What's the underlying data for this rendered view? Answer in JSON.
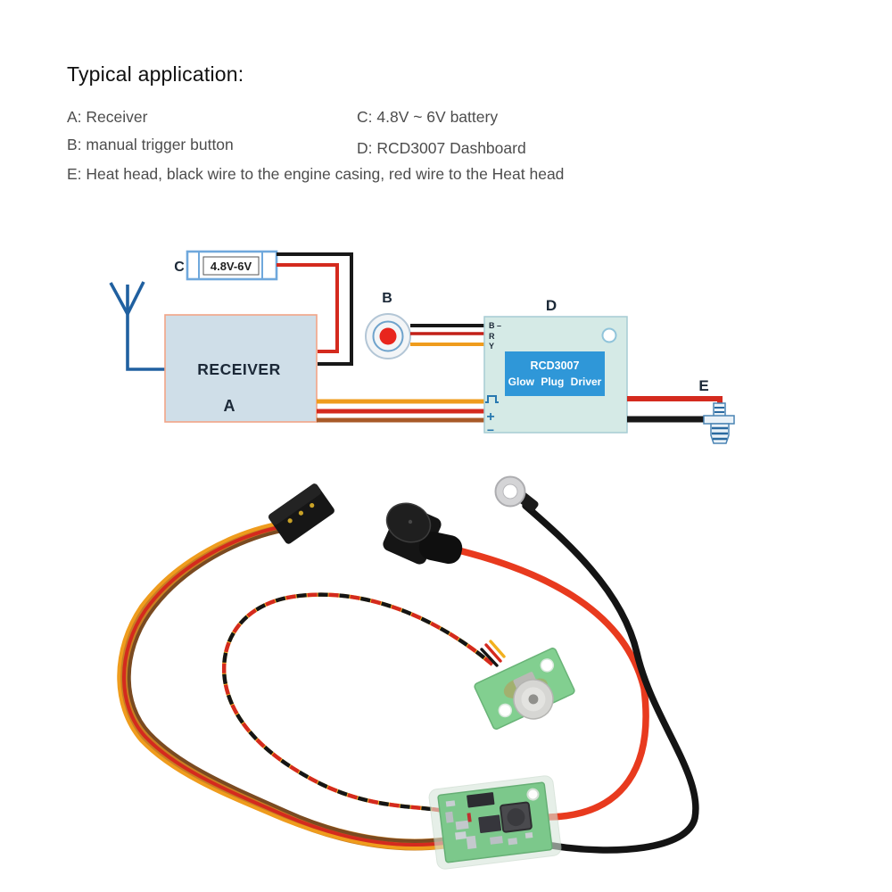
{
  "page": {
    "title": "Typical application:"
  },
  "legend": {
    "left": [
      "A: Receiver",
      "B: manual trigger button"
    ],
    "right": [
      "C: 4.8V ~ 6V battery",
      "D: RCD3007 Dashboard"
    ],
    "bottom": "E: Heat head, black wire to the engine casing, red wire to the Heat head"
  },
  "diagram": {
    "labels": {
      "a": "A",
      "b": "B",
      "c": "C",
      "d": "D",
      "e": "E"
    },
    "receiver_title": "RECEIVER",
    "battery_text": "4.8V-6V",
    "driver": {
      "line1": "RCD3007",
      "line2": "Glow Plug Driver",
      "pin_top": "B –",
      "pin_mid": "R",
      "pin_bot": "Y",
      "plus": "+",
      "minus": "−"
    }
  },
  "photo": {
    "components": {
      "servo_connector": "3-pin receiver connector",
      "glow_cap": "glow plug cap with red heat wire",
      "ring_terminal": "ring terminal with black engine-casing wire",
      "trigger_board": "manual trigger button board",
      "driver_board": "RCD3007 glow plug driver board"
    }
  },
  "colors": {
    "wire_black": "#181818",
    "wire_red": "#d42a1e",
    "wire_orange": "#ef9c1d",
    "wire_brown": "#a85a28",
    "wire_yellow": "#f2b01e",
    "photo_red": "#e83a1e",
    "antenna_blue": "#2060a0",
    "receiver_fill": "#cfdee8",
    "receiver_border": "#f2a487",
    "battery_border": "#6fa8dc",
    "driver_fill": "#d5eae6",
    "driver_panel_blue": "#2f97d8",
    "button_red": "#e8251d",
    "pcb_green": "#7cc88b",
    "label_navy": "#1b2837"
  }
}
